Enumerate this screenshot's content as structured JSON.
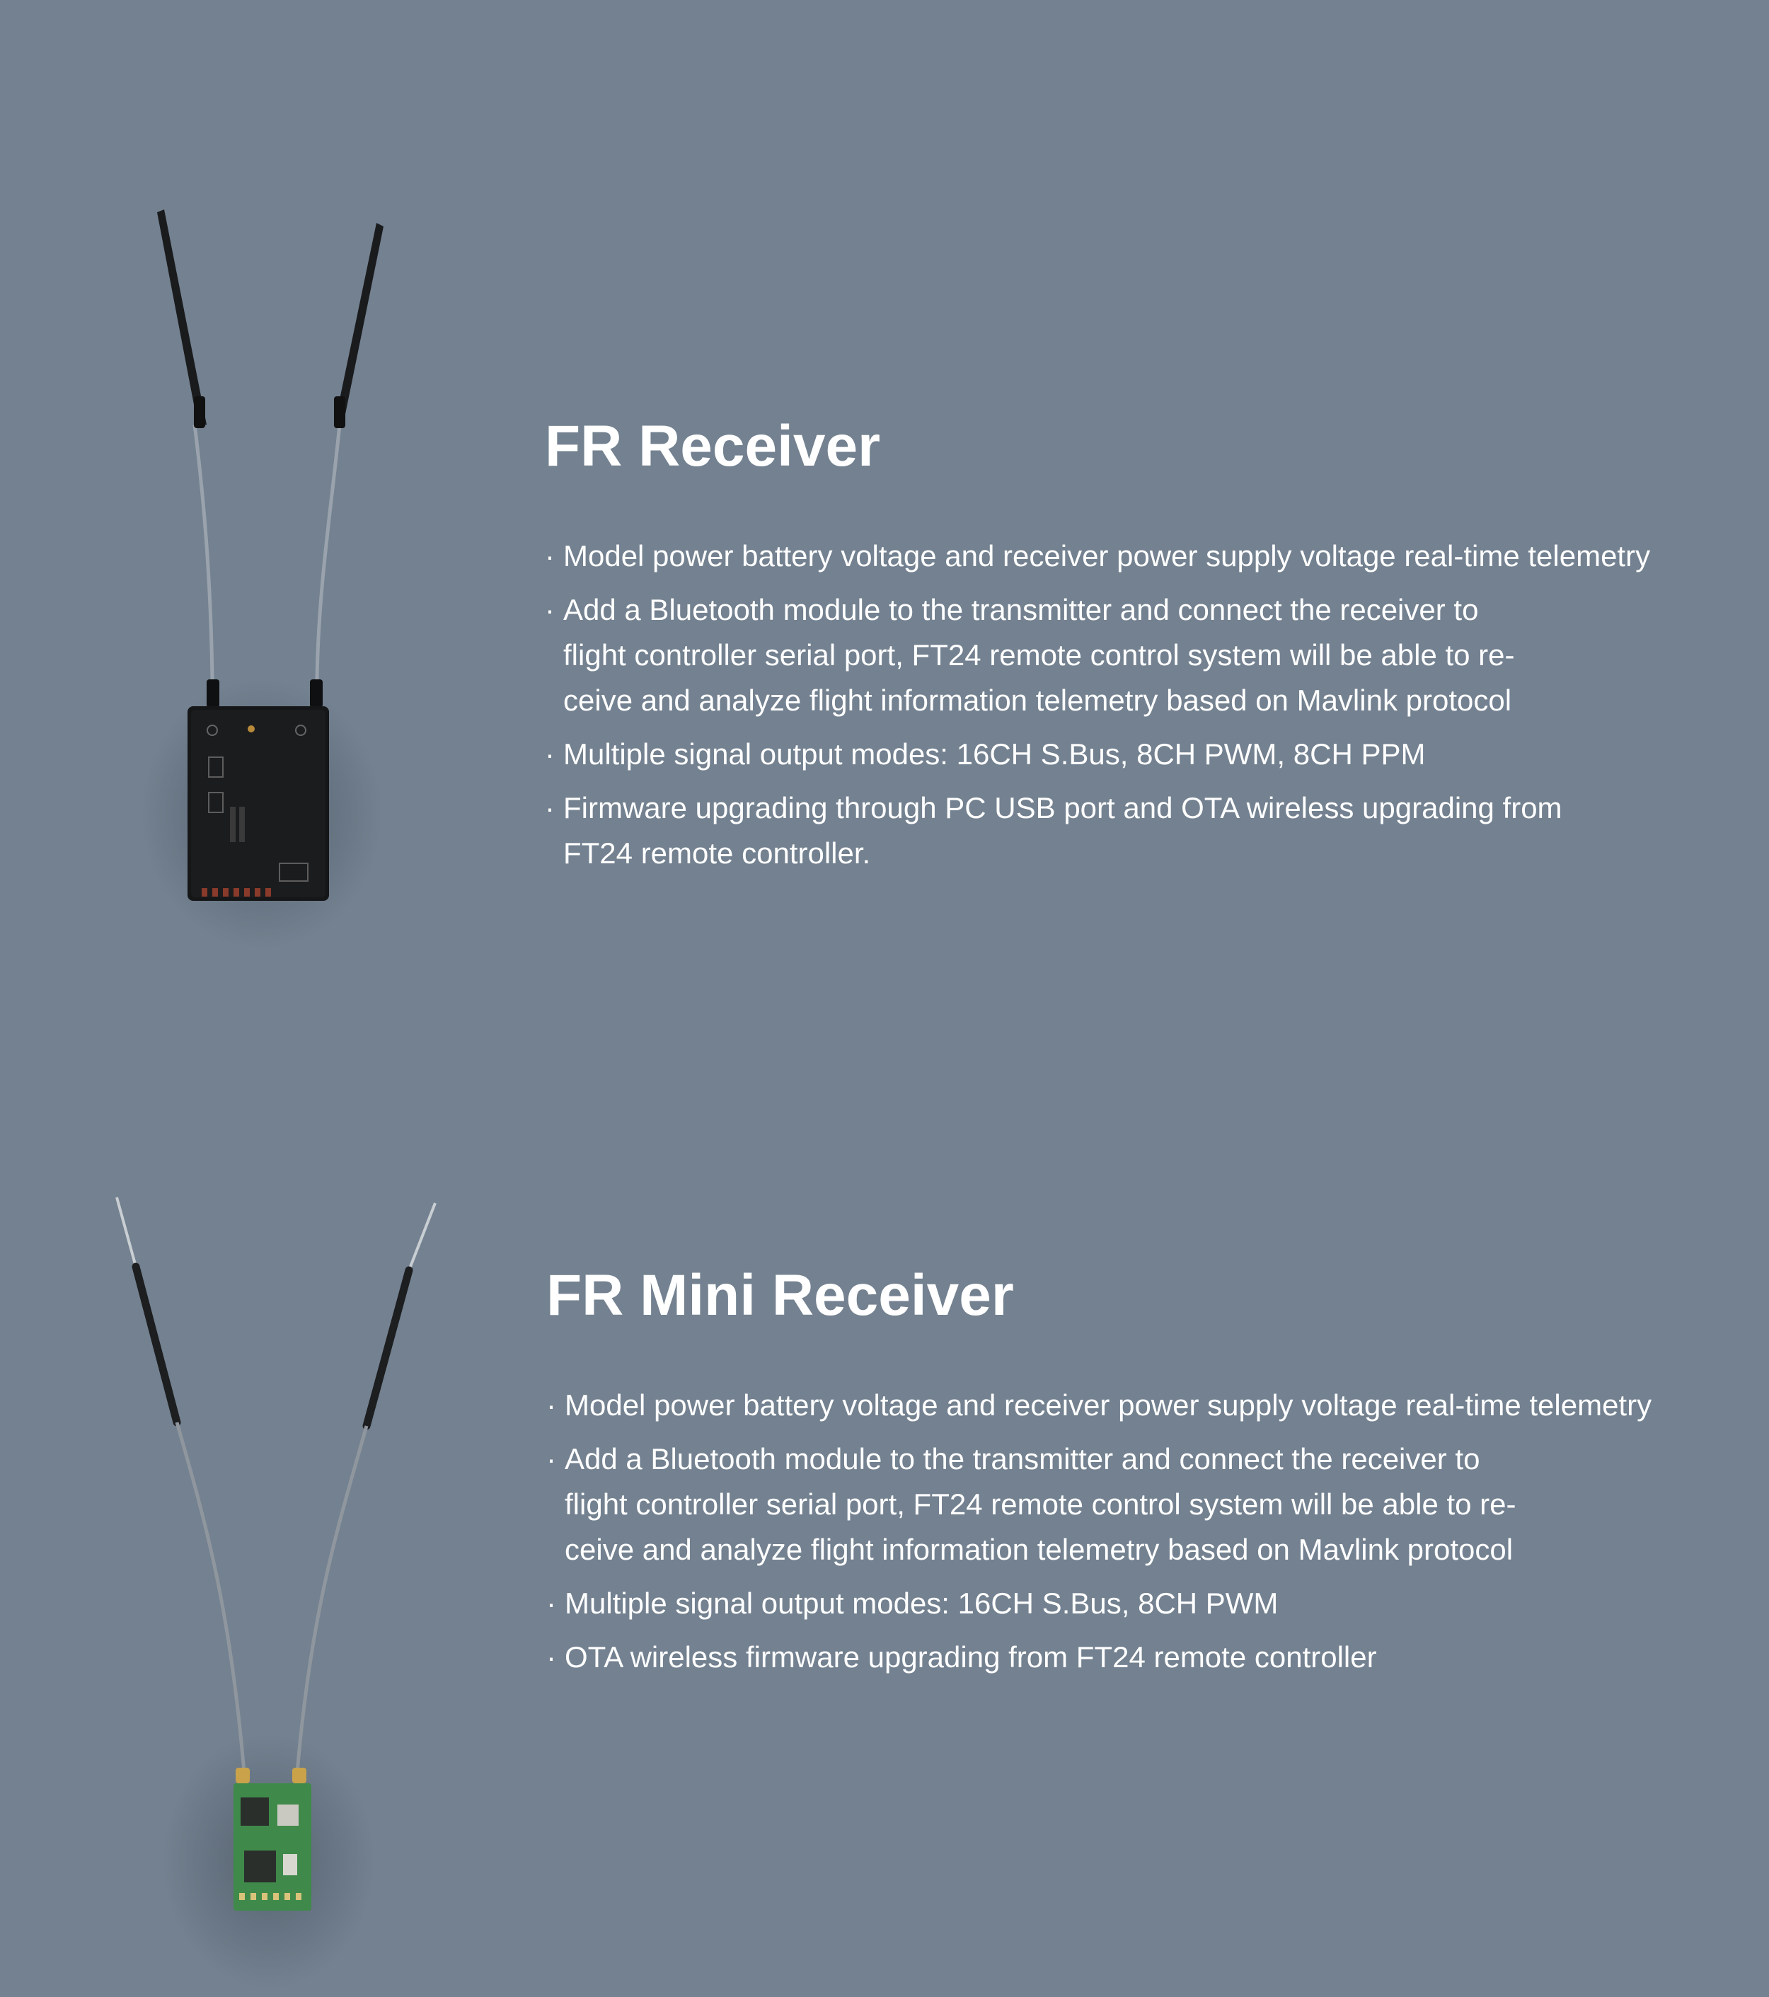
{
  "products": [
    {
      "title": "FR Receiver",
      "features": [
        "Model power battery voltage and receiver power supply voltage real-time telemetry",
        "Add a Bluetooth module to the transmitter and connect the receiver to\nflight controller serial port, FT24 remote control system will be able to re-\nceive and analyze flight information telemetry based on Mavlink protocol",
        "Multiple signal output modes: 16CH S.Bus, 8CH PWM, 8CH PPM",
        "Firmware upgrading through PC USB port and OTA wireless upgrading from\nFT24 remote controller."
      ]
    },
    {
      "title": "FR Mini Receiver",
      "features": [
        "Model power battery voltage and receiver power supply voltage real-time telemetry",
        "Add a Bluetooth module to the transmitter and connect the receiver to\nflight controller serial port, FT24 remote control system will be able to re-\nceive and analyze flight information telemetry based on Mavlink protocol",
        "Multiple signal output modes: 16CH S.Bus, 8CH PWM",
        "OTA wireless firmware upgrading from FT24 remote controller"
      ]
    }
  ],
  "bullet": "·",
  "colors": {
    "background": "#738190",
    "text": "#ffffff",
    "receiver_case": "#151617",
    "pcb": "#3f8a4a"
  }
}
